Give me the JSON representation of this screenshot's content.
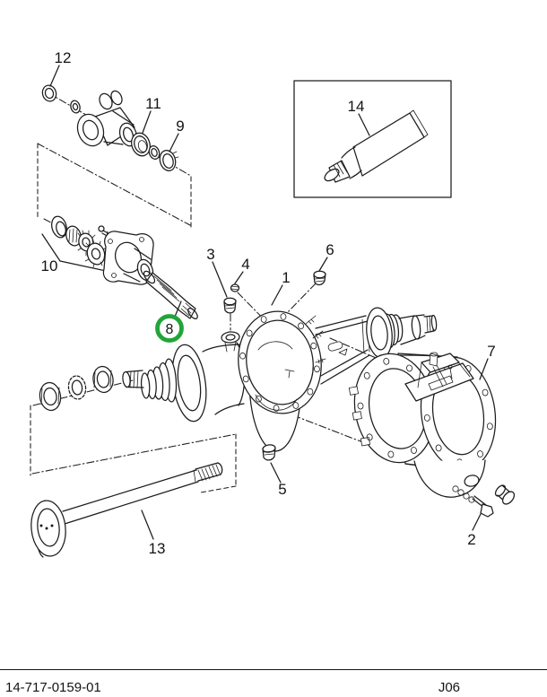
{
  "document": {
    "footer_left": "14-717-0159-01",
    "footer_right": "J06"
  },
  "diagram": {
    "type": "exploded-parts-diagram",
    "line_color": "#1c1c1c",
    "highlight_color": "#22a538",
    "highlighted_callout": "8",
    "callouts": [
      {
        "label": "1"
      },
      {
        "label": "2"
      },
      {
        "label": "3"
      },
      {
        "label": "4"
      },
      {
        "label": "5"
      },
      {
        "label": "6"
      },
      {
        "label": "7"
      },
      {
        "label": "8"
      },
      {
        "label": "9"
      },
      {
        "label": "10"
      },
      {
        "label": "11"
      },
      {
        "label": "12"
      },
      {
        "label": "13"
      },
      {
        "label": "14"
      }
    ]
  }
}
